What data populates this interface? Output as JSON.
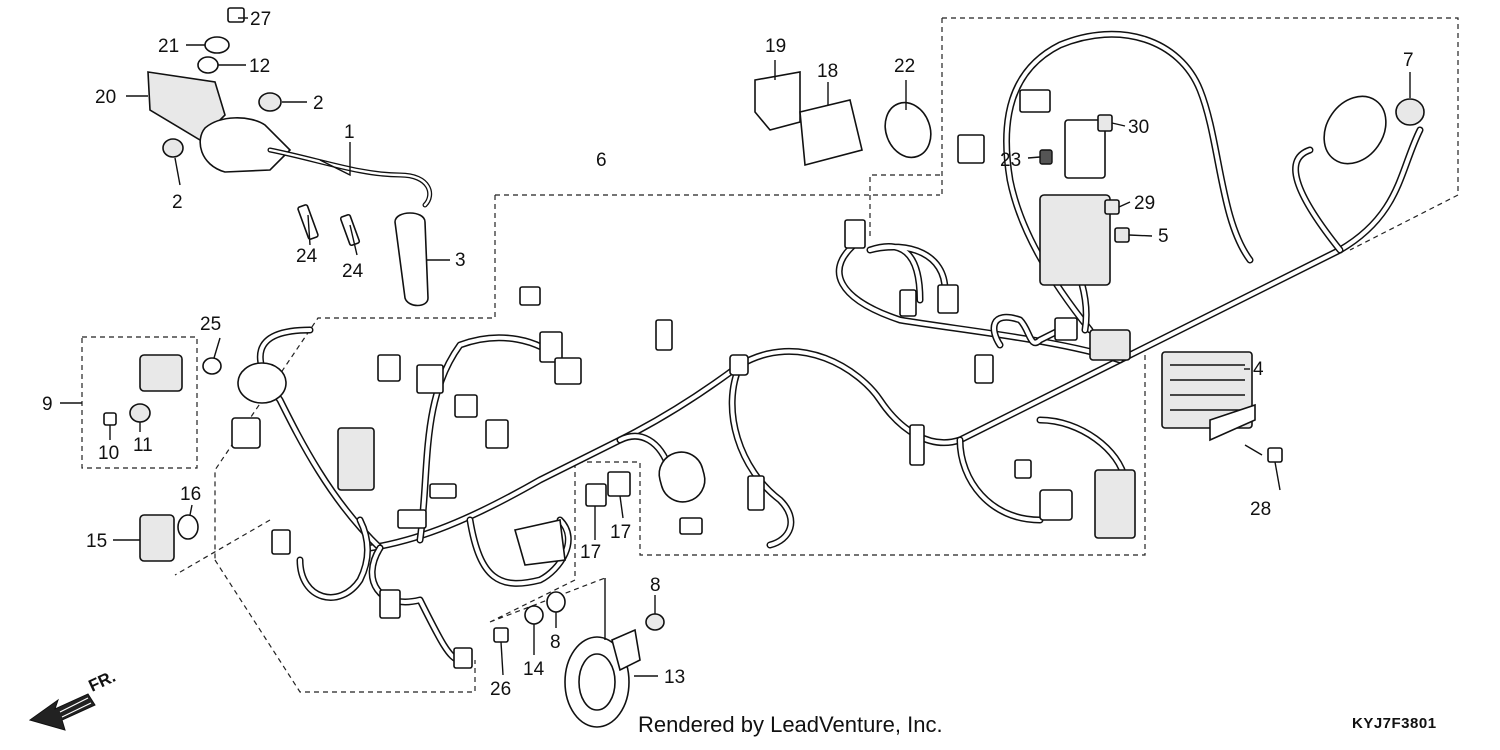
{
  "diagram": {
    "callouts": [
      {
        "id": "c1",
        "label": "1"
      },
      {
        "id": "c2a",
        "label": "2"
      },
      {
        "id": "c2b",
        "label": "2"
      },
      {
        "id": "c3",
        "label": "3"
      },
      {
        "id": "c4",
        "label": "4"
      },
      {
        "id": "c5",
        "label": "5"
      },
      {
        "id": "c6",
        "label": "6"
      },
      {
        "id": "c7",
        "label": "7"
      },
      {
        "id": "c8a",
        "label": "8"
      },
      {
        "id": "c8b",
        "label": "8"
      },
      {
        "id": "c9",
        "label": "9"
      },
      {
        "id": "c10",
        "label": "10"
      },
      {
        "id": "c11",
        "label": "11"
      },
      {
        "id": "c12",
        "label": "12"
      },
      {
        "id": "c13",
        "label": "13"
      },
      {
        "id": "c14",
        "label": "14"
      },
      {
        "id": "c15",
        "label": "15"
      },
      {
        "id": "c16",
        "label": "16"
      },
      {
        "id": "c17a",
        "label": "17"
      },
      {
        "id": "c17b",
        "label": "17"
      },
      {
        "id": "c18",
        "label": "18"
      },
      {
        "id": "c19",
        "label": "19"
      },
      {
        "id": "c20",
        "label": "20"
      },
      {
        "id": "c21",
        "label": "21"
      },
      {
        "id": "c22",
        "label": "22"
      },
      {
        "id": "c23",
        "label": "23"
      },
      {
        "id": "c24a",
        "label": "24"
      },
      {
        "id": "c24b",
        "label": "24"
      },
      {
        "id": "c25",
        "label": "25"
      },
      {
        "id": "c26",
        "label": "26"
      },
      {
        "id": "c27",
        "label": "27"
      },
      {
        "id": "c28",
        "label": "28"
      },
      {
        "id": "c29",
        "label": "29"
      },
      {
        "id": "c30",
        "label": "30"
      }
    ],
    "direction_label": "FR.",
    "credit": "Rendered by LeadVenture, Inc.",
    "diagram_code": "KYJ7F3801"
  }
}
